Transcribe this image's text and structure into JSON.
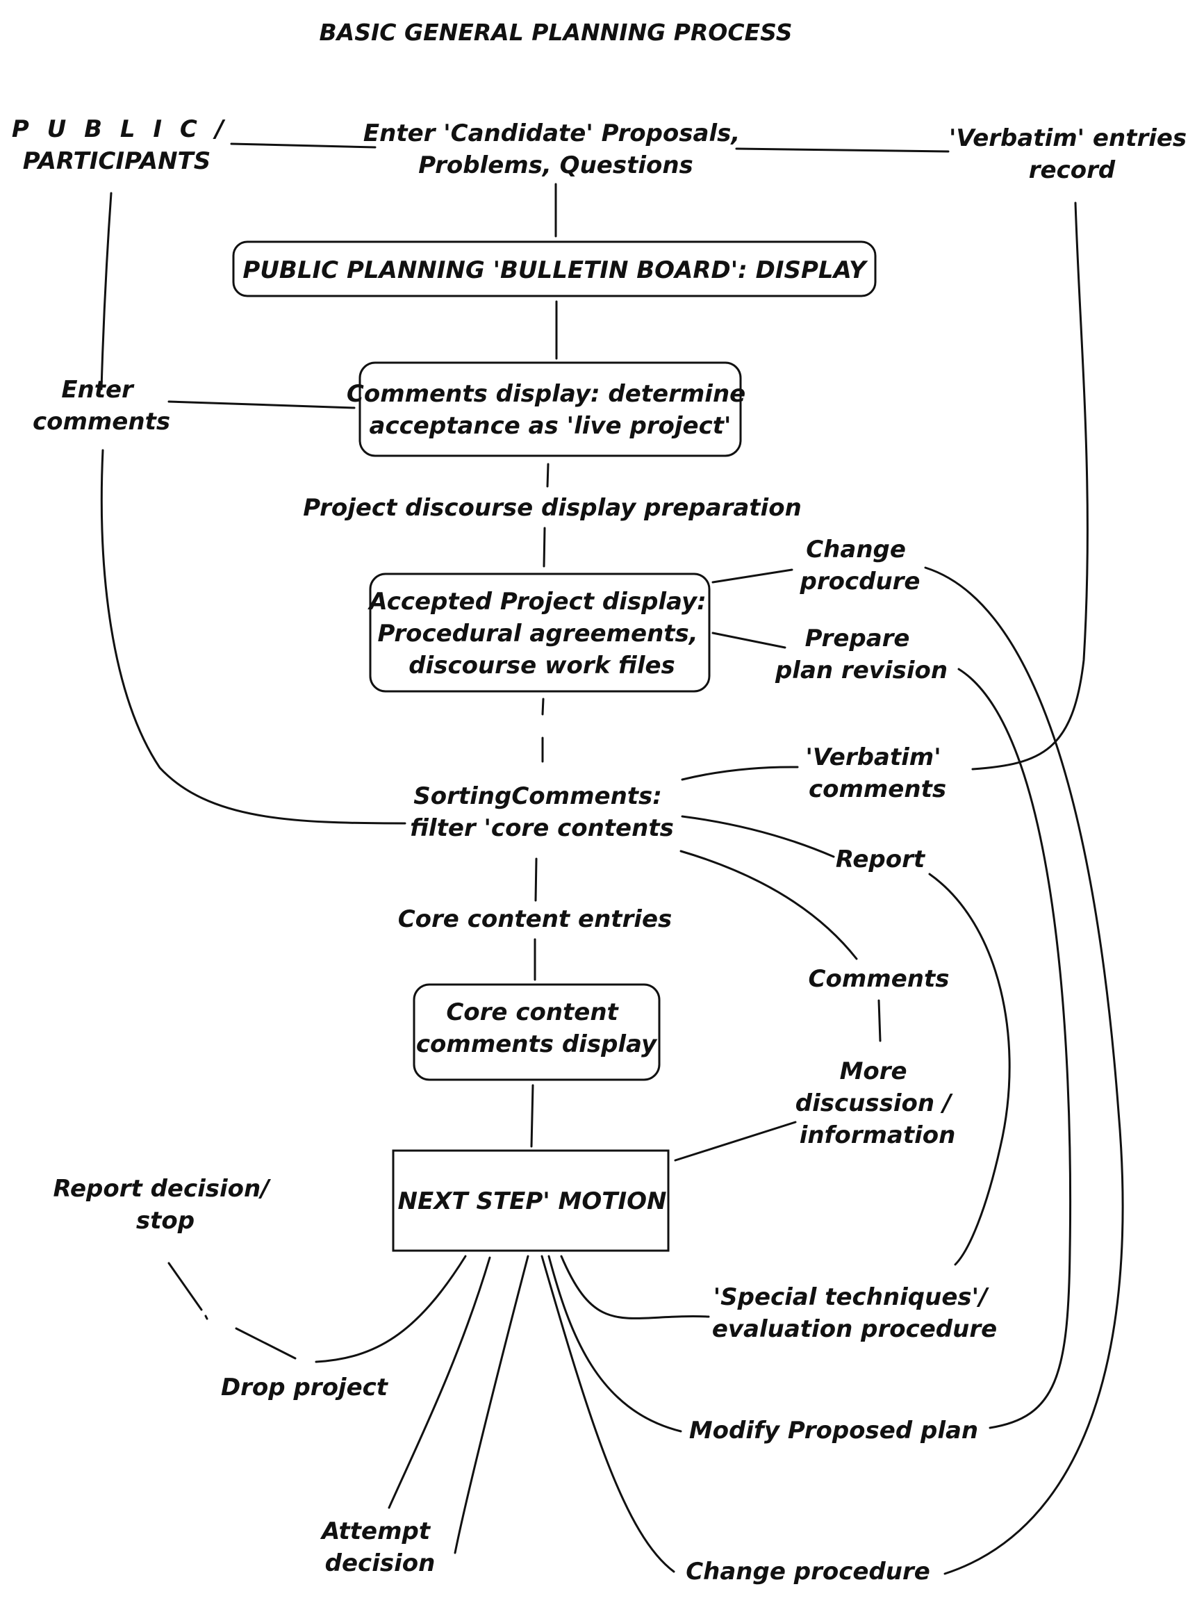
{
  "title": "BASIC GENERAL PLANNING PROCESS",
  "nodes": {
    "public": [
      "P U B L I C /",
      "PARTICIPANTS"
    ],
    "enter_candidate": [
      "Enter 'Candidate'  Proposals,",
      "Problems, Questions"
    ],
    "verbatim_record": [
      "'Verbatim' entries",
      "record"
    ],
    "bulletin_board": "PUBLIC PLANNING 'BULLETIN BOARD': DISPLAY",
    "enter_comments": [
      "Enter",
      "comments"
    ],
    "comments_display": [
      "Comments display: determine",
      "acceptance as 'live project'"
    ],
    "discourse_prep": "Project discourse display preparation",
    "accepted_project": [
      "Accepted Project display:",
      "Procedural agreements,",
      "discourse work files"
    ],
    "change_procdure": [
      "Change",
      "procdure"
    ],
    "prepare_revision": [
      "Prepare",
      "plan revision"
    ],
    "verbatim_comments": [
      "'Verbatim'",
      "comments"
    ],
    "sorting": [
      "SortingComments:",
      "filter 'core contents"
    ],
    "report": "Report",
    "core_entries": "Core content entries",
    "comments": "Comments",
    "core_display": [
      "Core content",
      "comments display"
    ],
    "more_discussion": [
      "More",
      "discussion /",
      "information"
    ],
    "next_step": "NEXT STEP' MOTION",
    "report_decision": [
      "Report decision/",
      "stop"
    ],
    "drop_project": "Drop project",
    "special_techniques": [
      "'Special techniques'/",
      "evaluation procedure"
    ],
    "modify_plan": "Modify Proposed plan",
    "attempt_decision": [
      "Attempt",
      "decision"
    ],
    "change_procedure": "Change procedure"
  }
}
